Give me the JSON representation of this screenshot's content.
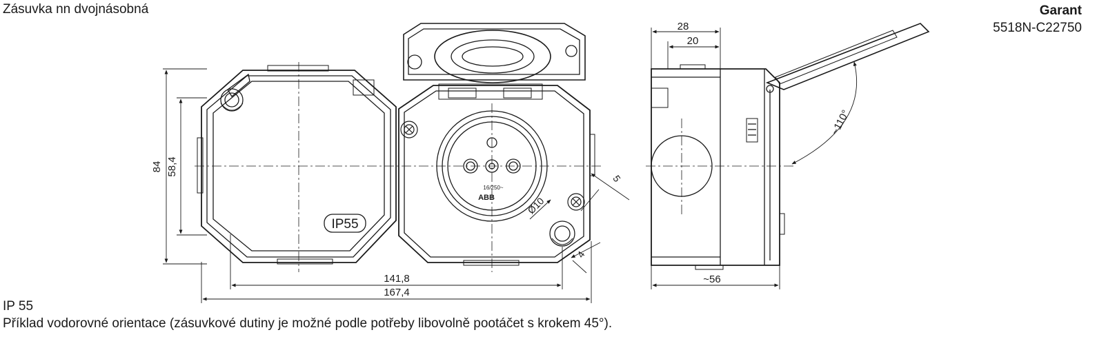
{
  "header": {
    "title": "Zásuvka nn dvojnásobná",
    "brand": "Garant",
    "code": "5518N-C22750"
  },
  "footer": {
    "ip_line": "IP 55",
    "note": "Příklad vodorovné orientace (zásuvkové dutiny je možné podle potřeby libovolně pootáčet s krokem 45°)."
  },
  "drawing": {
    "front_view": {
      "badge": "IP55",
      "socket_rating": "16/250~",
      "socket_logo": "ABB",
      "dims": {
        "height_total": "84",
        "height_inner": "58,4",
        "width_inner": "141,8",
        "width_total": "167,4",
        "hole_diameter": "Ø10",
        "offset_5": "5",
        "offset_4": "4"
      }
    },
    "side_view": {
      "dims": {
        "depth_28": "28",
        "depth_20": "20",
        "depth_total": "~56",
        "lid_angle": "~110°"
      }
    }
  }
}
